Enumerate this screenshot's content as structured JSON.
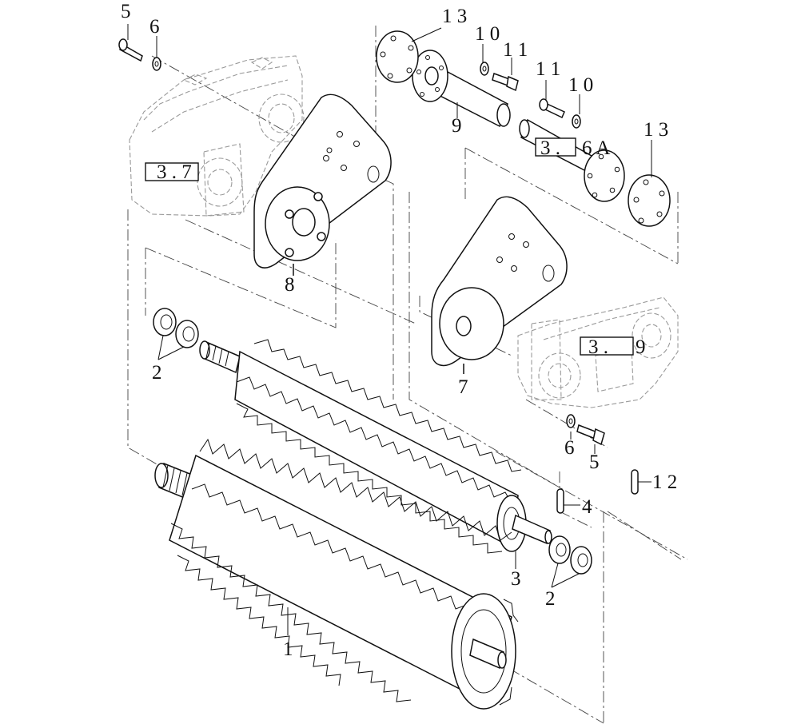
{
  "labels": {
    "p5_top": "5",
    "p6_top": "6",
    "p13_top": "1 3",
    "p10_top": "1 0",
    "p11_top": "1 1",
    "p11_mid": "1 1",
    "p10_mid": "1 0",
    "p13_right": "1 3",
    "p9": "9",
    "p8": "8",
    "p7": "7",
    "p2_left": "2",
    "p2_right": "2",
    "p6_bottom": "6",
    "p5_bottom": "5",
    "p12": "1 2",
    "p4": "4",
    "p3": "3",
    "p1": "1"
  },
  "refs": {
    "r37": "3 . 7",
    "r36a_num": "3 .",
    "r36a_suffix": "6 A",
    "r39_num": "3 .",
    "r39_suffix": "9"
  }
}
